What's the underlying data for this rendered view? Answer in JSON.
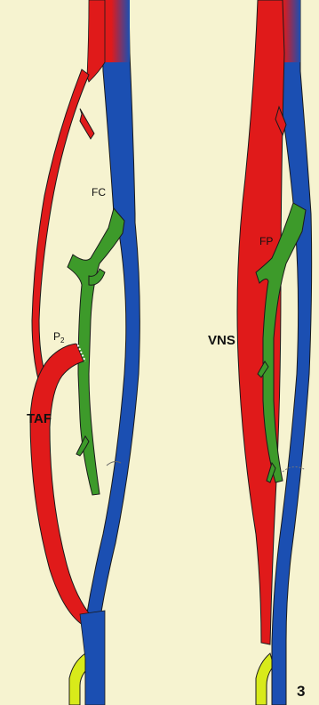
{
  "colors": {
    "background": "#f6f3d0",
    "artery": "#e01a1a",
    "vein": "#1b4fb2",
    "graft": "#3d9a2a",
    "nerve": "#d8ea1a",
    "outline": "#1a1a1a"
  },
  "left_panel": {
    "label_fc": "FC",
    "label_p_main": "P",
    "label_p_sub": "2",
    "label_taf": "TAF"
  },
  "right_panel": {
    "label_fp": "FP",
    "label_vns": "VNS"
  },
  "figure_number": "3"
}
